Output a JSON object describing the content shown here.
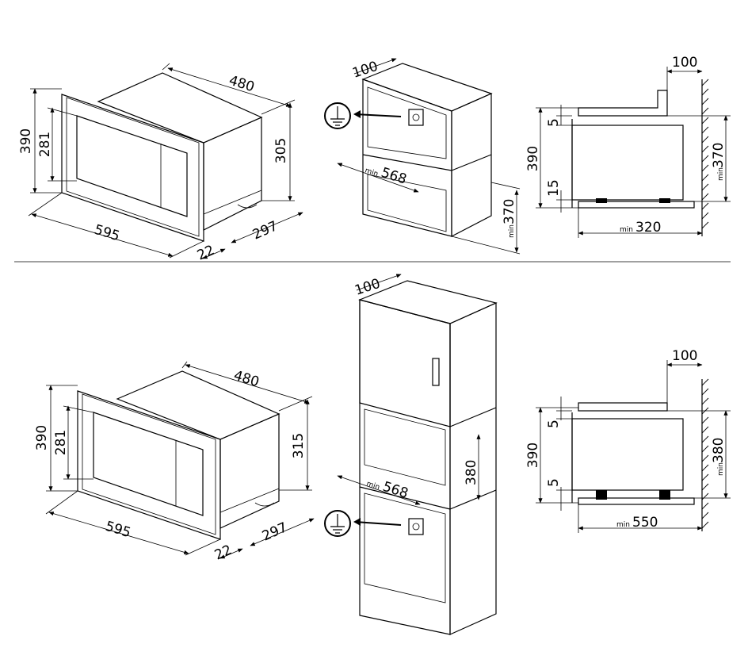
{
  "top_row": {
    "oven": {
      "width": "595",
      "height": "390",
      "inner_height": "281",
      "depth": "480",
      "body_height": "305",
      "body_depth": "297",
      "front_offset": "22"
    },
    "cabinet": {
      "top_gap": "100",
      "depth_min": "568",
      "height_min": "370",
      "min_label": "min"
    },
    "side": {
      "top_gap": "100",
      "height": "390",
      "upper_gap": "5",
      "lower_gap": "15",
      "opening_min": "370",
      "depth_min": "320",
      "min_label": "min"
    }
  },
  "bottom_row": {
    "oven": {
      "width": "595",
      "height": "390",
      "inner_height": "281",
      "depth": "480",
      "body_height": "315",
      "body_depth": "297",
      "front_offset": "22"
    },
    "cabinet": {
      "top_gap": "100",
      "depth_min": "568",
      "height": "380",
      "min_label": "min"
    },
    "side": {
      "top_gap": "100",
      "height": "390",
      "upper_gap": "5",
      "lower_gap": "5",
      "opening_min": "380",
      "depth_min": "550",
      "min_label": "min"
    }
  },
  "icons": [
    "ground-symbol-icon",
    "arrow-icon"
  ]
}
